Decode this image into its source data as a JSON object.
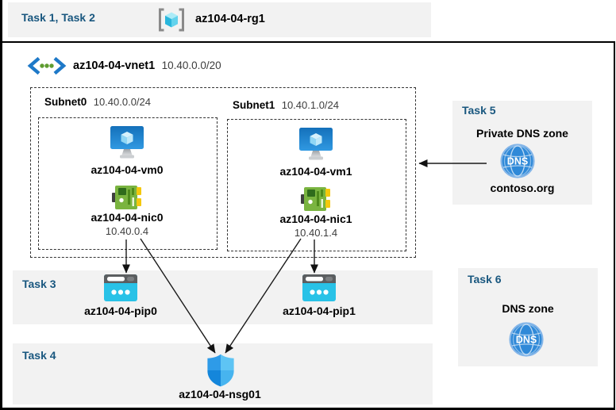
{
  "colors": {
    "task_label_blue": "#19577F",
    "panel_gray": "#F2F2F2",
    "arrow_black": "#1A1A1A",
    "vm_screen_blue": "#1574BE",
    "nic_green": "#7AB440",
    "pip_cyan": "#29C2E7",
    "dns_circle_blue": "#2F89D8",
    "rg_cube_cyan": "#28B6DC",
    "nsg_shield_blue": "#2E9BE8"
  },
  "header": {
    "tasks_label": "Task 1, Task 2",
    "resource_group_name": "az104-04-rg1"
  },
  "vnet": {
    "name": "az104-04-vnet1",
    "cidr": "10.40.0.0/20"
  },
  "subnets": [
    {
      "name": "Subnet0",
      "cidr": "10.40.0.0/24",
      "vm_name": "az104-04-vm0",
      "nic_name": "az104-04-nic0",
      "nic_ip": "10.40.0.4"
    },
    {
      "name": "Subnet1",
      "cidr": "10.40.1.0/24",
      "vm_name": "az104-04-vm1",
      "nic_name": "az104-04-nic1",
      "nic_ip": "10.40.1.4"
    }
  ],
  "task3": {
    "label": "Task 3",
    "pip0_name": "az104-04-pip0",
    "pip1_name": "az104-04-pip1"
  },
  "task4": {
    "label": "Task 4",
    "nsg_name": "az104-04-nsg01"
  },
  "task5": {
    "label": "Task 5",
    "title": "Private DNS zone",
    "zone_name": "contoso.org",
    "dns_icon_text": "DNS"
  },
  "task6": {
    "label": "Task 6",
    "title": "DNS zone",
    "dns_icon_text": "DNS"
  }
}
